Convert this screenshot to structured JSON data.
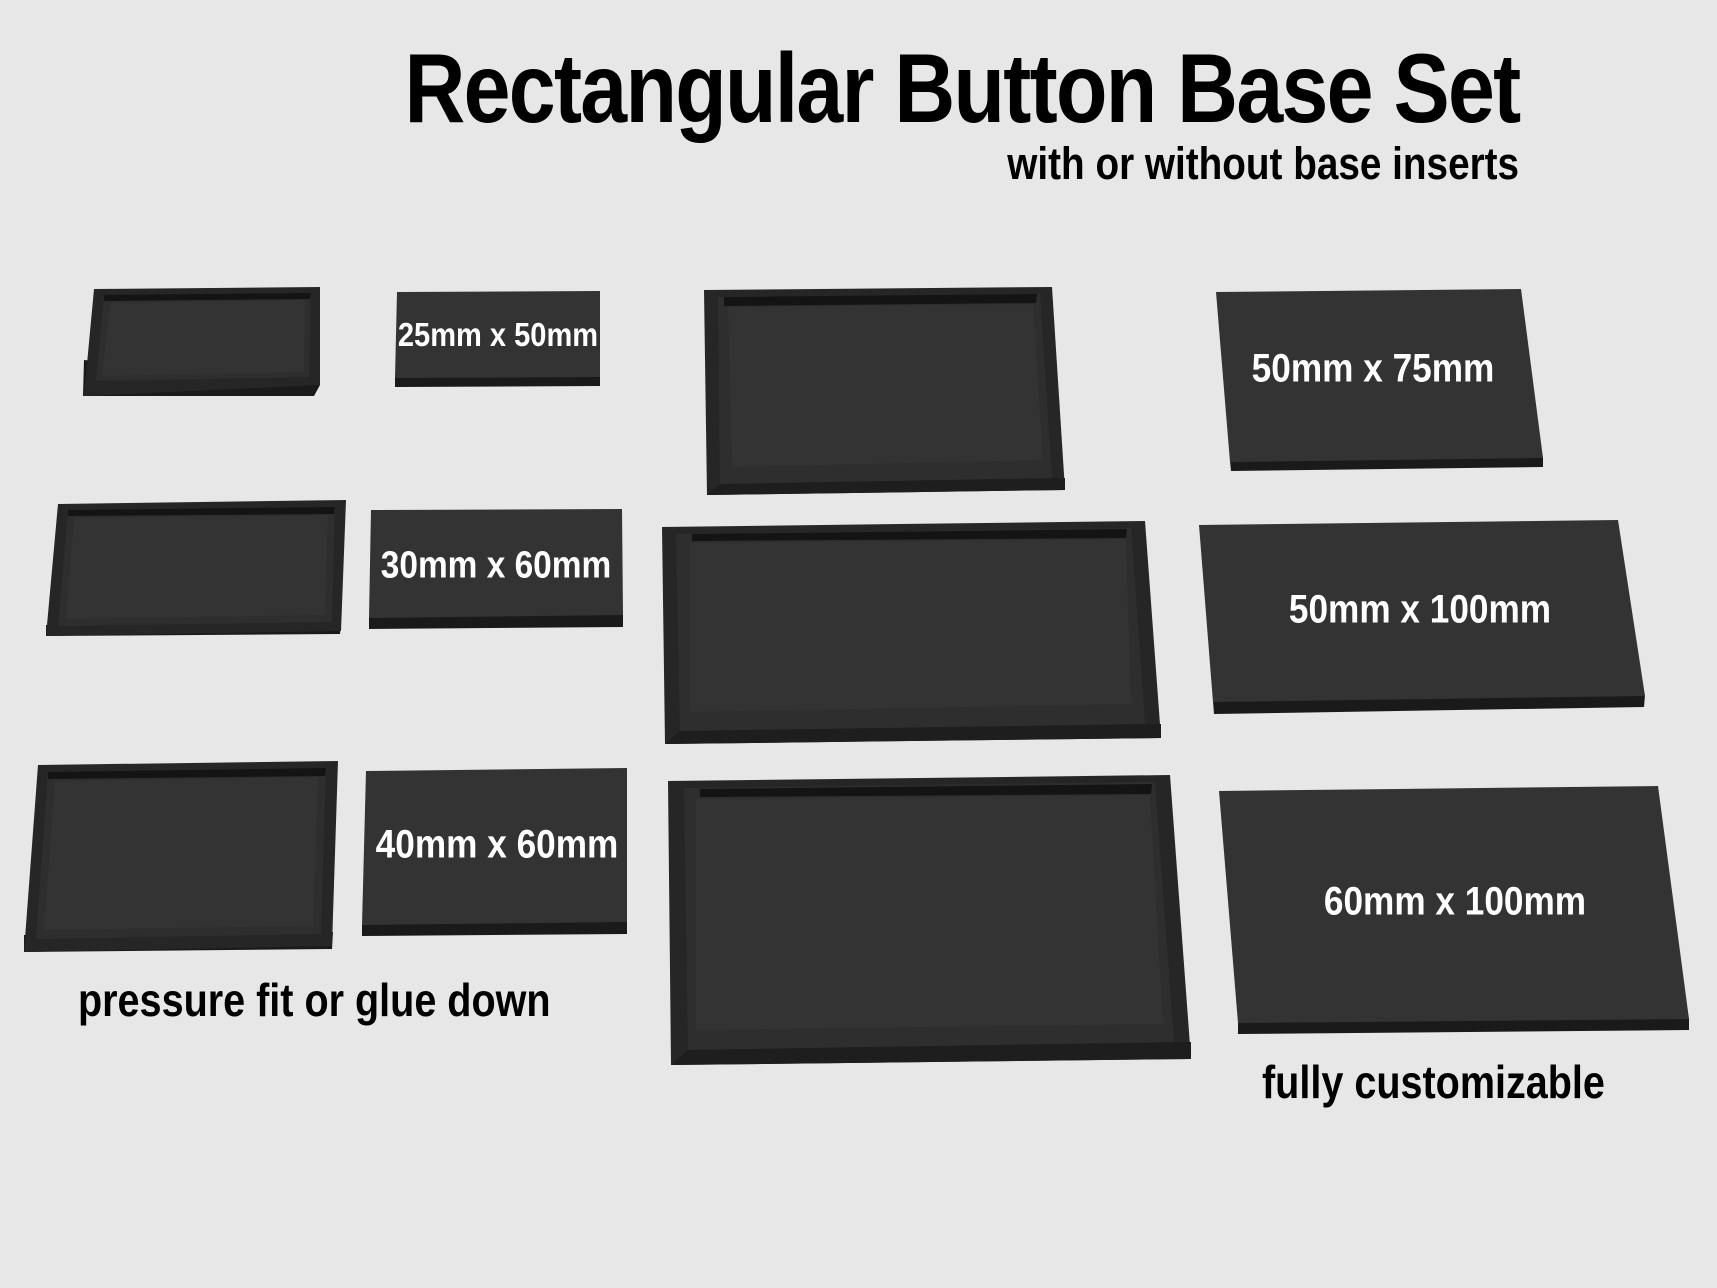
{
  "title": "Rectangular Button Base Set",
  "subtitle": "with or without base inserts",
  "captions": {
    "left": "pressure fit or glue down",
    "right": "fully customizable"
  },
  "sizes": [
    "25mm x 50mm",
    "30mm x 60mm",
    "40mm x 60mm",
    "50mm x 75mm",
    "50mm x 100mm",
    "60mm x 100mm"
  ],
  "colors": {
    "background": "#e7e7e7",
    "plate_top": "#333333",
    "plate_edge": "#1c1c1c",
    "text": "#000000",
    "label_text": "#ffffff"
  }
}
